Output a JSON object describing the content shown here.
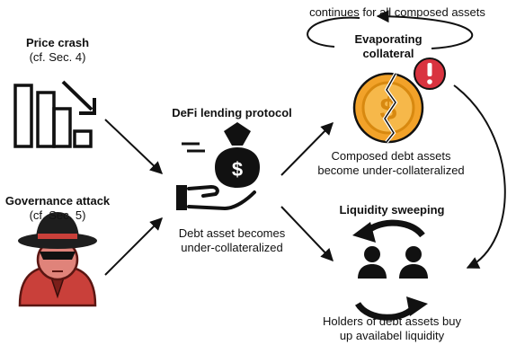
{
  "left": {
    "price_crash": {
      "title": "Price crash",
      "ref": "(cf. Sec. 4)"
    },
    "governance_attack": {
      "title": "Governance attack",
      "ref": "(cf. Sec. 5)"
    }
  },
  "center": {
    "title": "DeFi lending protocol",
    "caption_line1": "Debt asset becomes",
    "caption_line2": "under-collateralized"
  },
  "right": {
    "loop_label": "continues for all composed assets",
    "evaporating": {
      "title_line1": "Evaporating",
      "title_line2": "collateral",
      "caption_line1": "Composed debt assets",
      "caption_line2": "become under-collateralized"
    },
    "liquidity": {
      "title": "Liquidity sweeping",
      "caption_line1": "Holders of debt assets buy",
      "caption_line2": "up availabel liquidity"
    }
  },
  "icons": {
    "price_crash": "bar-chart-down-icon",
    "governance_attack": "hacker-spy-icon",
    "lending": "money-bag-hand-icon",
    "evaporating": "cracked-coin-warning-icon",
    "liquidity": "users-cycle-icon"
  },
  "colors": {
    "coin_orange": "#f2a229",
    "coin_dark": "#d88910",
    "warning_red": "#d9333f",
    "hacker_red": "#c9403a",
    "black": "#111111"
  }
}
